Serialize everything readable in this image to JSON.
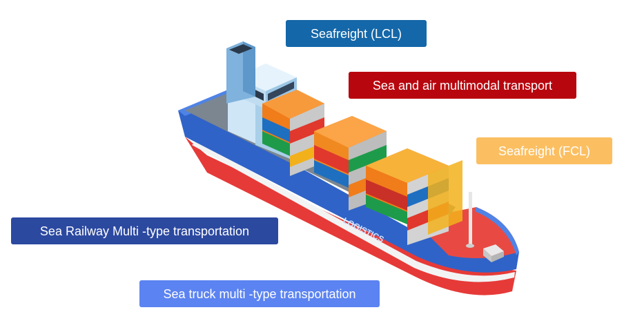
{
  "labels": {
    "seafreight_lcl": "Seafreight  (LCL)",
    "sea_air": "Sea and air multimodal transport",
    "seafreight_fcl": "Seafreight (FCL)",
    "sea_railway": "Sea Railway Multi -type transportation",
    "sea_truck": "Sea truck multi -type transportation"
  },
  "ship": {
    "hull_text": "LOGISTICS"
  },
  "colors": {
    "lcl": "#1467a8",
    "sea_air": "#b8060e",
    "fcl": "#fbbf62",
    "railway": "#2c49a0",
    "truck": "#5b83f1",
    "hull_blue": "#2f63c8",
    "hull_red": "#e63a38",
    "deck_gray": "#7b8690"
  }
}
